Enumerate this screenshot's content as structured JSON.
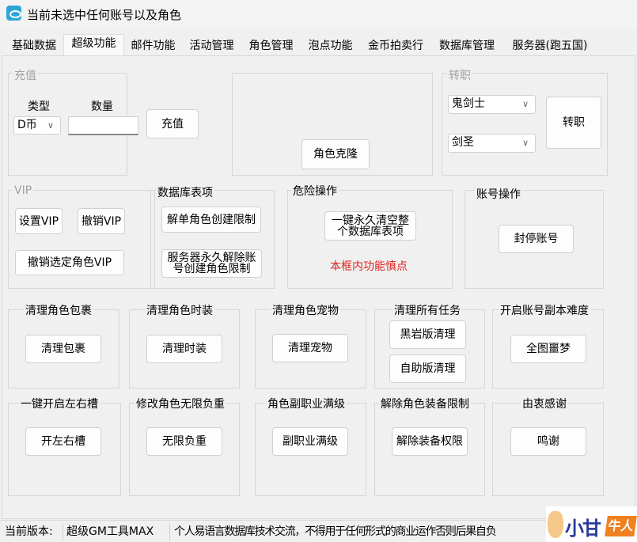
{
  "window": {
    "title": "当前未选中任何账号以及角色"
  },
  "tabs": [
    "基础数据",
    "超级功能",
    "邮件功能",
    "活动管理",
    "角色管理",
    "泡点功能",
    "金币拍卖行",
    "数据库管理",
    "服务器(跑五国)"
  ],
  "recharge": {
    "title": "充值",
    "type_label": "类型",
    "type_value": "D币",
    "amount_label": "数量",
    "amount_value": "",
    "button": "充值"
  },
  "clone": {
    "button": "角色克隆"
  },
  "job": {
    "title": "转职",
    "class_value": "鬼剑士",
    "subclass_value": "剑圣",
    "button": "转职"
  },
  "vip": {
    "title": "VIP",
    "set": "设置VIP",
    "revoke": "撤销VIP",
    "revoke_selected": "撤销选定角色VIP"
  },
  "db": {
    "title": "数据库表项",
    "unlock_role": "解单角色创建限制",
    "unlock_server": "服务器永久解除账号创建角色限制"
  },
  "danger": {
    "title": "危险操作",
    "clear_all": "一键永久清空整个数据库表项",
    "warning": "本框内功能慎点",
    "warning_color": "#e02020"
  },
  "account": {
    "title": "账号操作",
    "ban": "封停账号"
  },
  "row3": [
    {
      "title": "清理角色包裹",
      "button": "清理包裹"
    },
    {
      "title": "清理角色时装",
      "button": "清理时装"
    },
    {
      "title": "清理角色宠物",
      "button": "清理宠物"
    },
    {
      "title": "清理所有任务",
      "button": "黑岩版清理",
      "button2": "自助版清理"
    },
    {
      "title": "开启账号副本难度",
      "button": "全图噩梦"
    }
  ],
  "row4": [
    {
      "title": "一键开启左右槽",
      "button": "开左右槽"
    },
    {
      "title": "修改角色无限负重",
      "button": "无限负重"
    },
    {
      "title": "角色副职业满级",
      "button": "副职业满级"
    },
    {
      "title": "解除角色装备限制",
      "button": "解除装备权限"
    },
    {
      "title": "由衷感谢",
      "button": "鸣谢"
    }
  ],
  "status": {
    "version_label": "当前版本:",
    "version": "超级GM工具MAX",
    "notice": "个人易语言数据库技术交流，不得用于任何形式的商业运作否则后果自负"
  },
  "watermark": {
    "text": "小甘牛人"
  }
}
